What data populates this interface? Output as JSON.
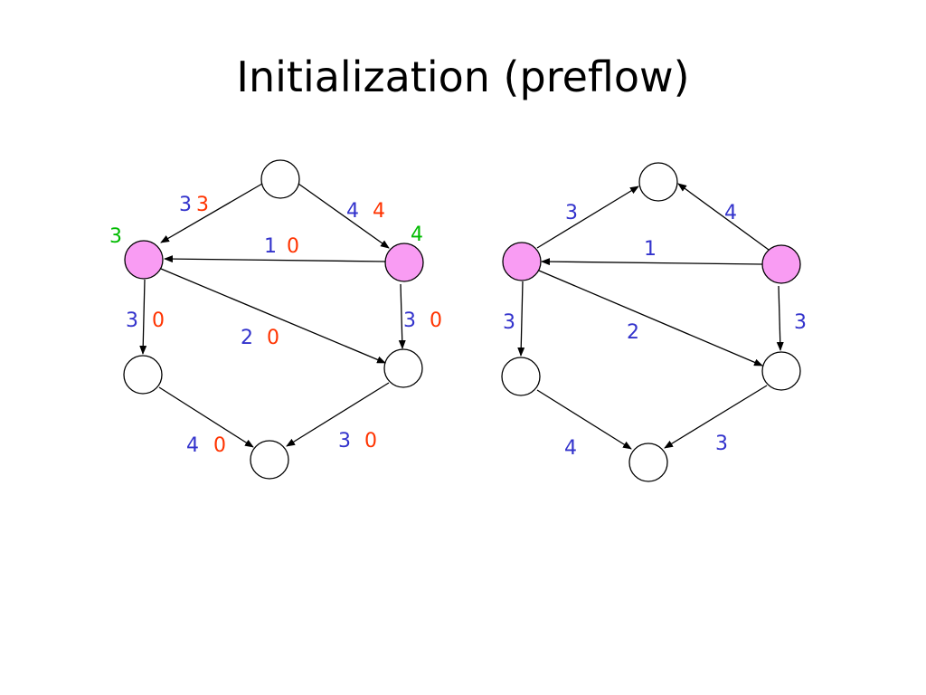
{
  "title": "Initialization (preflow)",
  "colors": {
    "capacity": "#3333cc",
    "flow": "#ff3300",
    "excess": "#00bb00",
    "active_node": "#f99cf3",
    "node_stroke": "#000000",
    "edge": "#000000"
  },
  "left": {
    "edges": [
      {
        "name": "edge-top-to-left",
        "capacity": "3",
        "flow": "3"
      },
      {
        "name": "edge-top-to-right",
        "capacity": "4",
        "flow": "4"
      },
      {
        "name": "edge-right-to-left",
        "capacity": "1",
        "flow": "0"
      },
      {
        "name": "edge-left-to-lower-left",
        "capacity": "3",
        "flow": "0"
      },
      {
        "name": "edge-left-to-lower-right",
        "capacity": "2",
        "flow": "0"
      },
      {
        "name": "edge-right-to-lower-right",
        "capacity": "3",
        "flow": "0"
      },
      {
        "name": "edge-lower-left-to-bottom",
        "capacity": "4",
        "flow": "0"
      },
      {
        "name": "edge-lower-right-to-bottom",
        "capacity": "3",
        "flow": "0"
      }
    ],
    "excess": {
      "left": "3",
      "right": "4"
    }
  },
  "right": {
    "edges": [
      {
        "name": "edge-left-to-top",
        "capacity": "3"
      },
      {
        "name": "edge-right-to-top",
        "capacity": "4"
      },
      {
        "name": "edge-right-to-left",
        "capacity": "1"
      },
      {
        "name": "edge-left-to-lower-left",
        "capacity": "3"
      },
      {
        "name": "edge-left-to-lower-right",
        "capacity": "2"
      },
      {
        "name": "edge-right-to-lower-right",
        "capacity": "3"
      },
      {
        "name": "edge-lower-left-to-bottom",
        "capacity": "4"
      },
      {
        "name": "edge-lower-right-to-bottom",
        "capacity": "3"
      }
    ]
  }
}
